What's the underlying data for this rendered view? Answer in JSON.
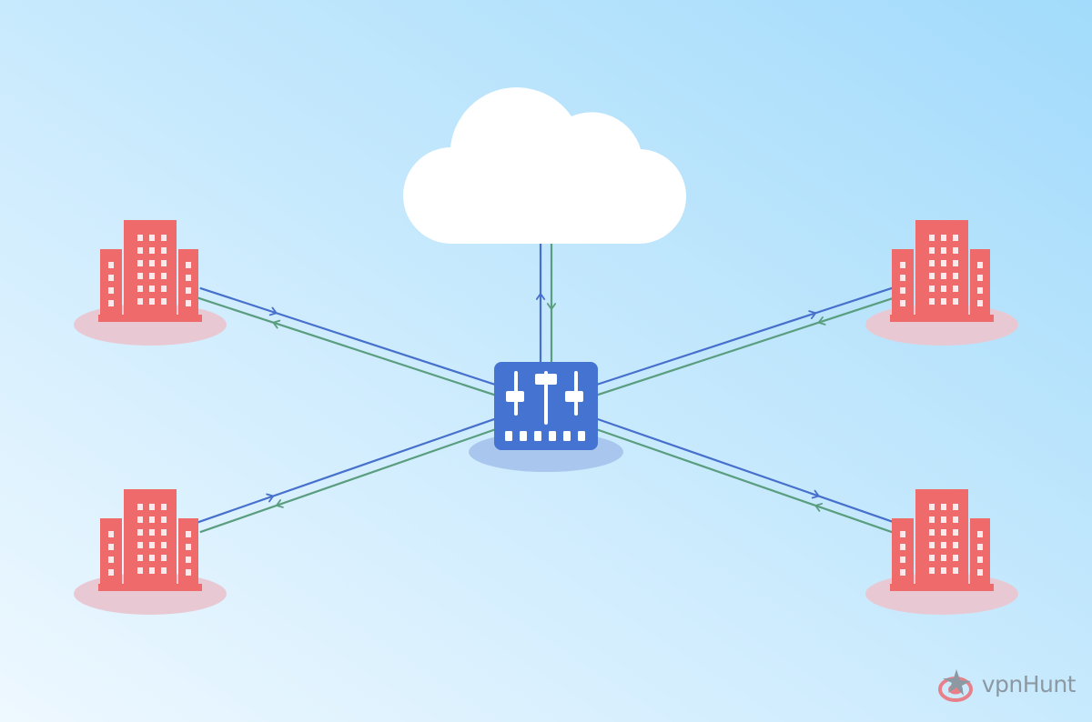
{
  "brand": {
    "name": "vpnHunt",
    "logo_icon": "vpnhunt-target-logo-icon"
  },
  "nodes": {
    "cloud": {
      "icon": "cloud-icon"
    },
    "hub": {
      "icon": "sd-wan-switch-icon"
    },
    "branches": [
      {
        "id": "top-left",
        "icon": "office-building-icon"
      },
      {
        "id": "bottom-left",
        "icon": "office-building-icon"
      },
      {
        "id": "top-right",
        "icon": "office-building-icon"
      },
      {
        "id": "bottom-right",
        "icon": "office-building-icon"
      }
    ]
  },
  "links": [
    {
      "from": "hub",
      "to": "cloud",
      "channels": [
        "blue",
        "green"
      ]
    },
    {
      "from": "hub",
      "to": "top-left",
      "channels": [
        "blue",
        "green"
      ]
    },
    {
      "from": "hub",
      "to": "bottom-left",
      "channels": [
        "blue",
        "green"
      ]
    },
    {
      "from": "hub",
      "to": "top-right",
      "channels": [
        "blue",
        "green"
      ]
    },
    {
      "from": "hub",
      "to": "bottom-right",
      "channels": [
        "blue",
        "green"
      ]
    }
  ],
  "colors": {
    "background_from": "#eef8ff",
    "background_to": "#a2dbfb",
    "building": "#ef6b6b",
    "building_window": "#fbe9ec",
    "building_shadow": "#e8c9d3",
    "hub": "#4473d2",
    "hub_shadow": "#a9c6ee",
    "link_blue": "#4670cc",
    "link_green": "#5a9d7f",
    "cloud": "#ffffff",
    "brand_text": "#8c98a2",
    "brand_accent": "#e8808a"
  }
}
